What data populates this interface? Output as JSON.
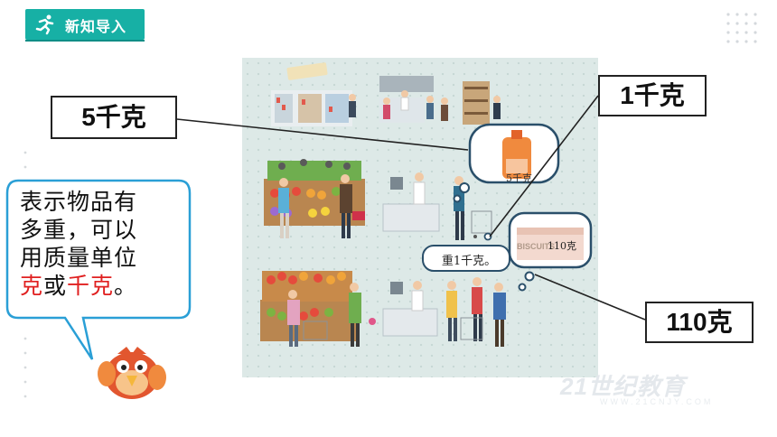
{
  "header": {
    "title": "新知导入",
    "icon": "runner-icon",
    "color": "#17b0a5"
  },
  "labels": {
    "five_kg": "5千克",
    "one_kg": "1千克",
    "one_ten_g": "110克"
  },
  "bubble": {
    "line1": "表示物品有",
    "line2": "多重，可以",
    "line3": "用质量单位",
    "term1": "克",
    "mid": "或",
    "term2": "千克",
    "end": "。",
    "highlight_color": "#e02020"
  },
  "scene": {
    "thought_text": "重1千克。",
    "jug_label": "5千克",
    "biscuit_brand": "BISCUITS",
    "biscuit_weight": "110克"
  },
  "watermark": {
    "brand": "21世纪教育",
    "url": "WWW.21CNJY.COM"
  }
}
